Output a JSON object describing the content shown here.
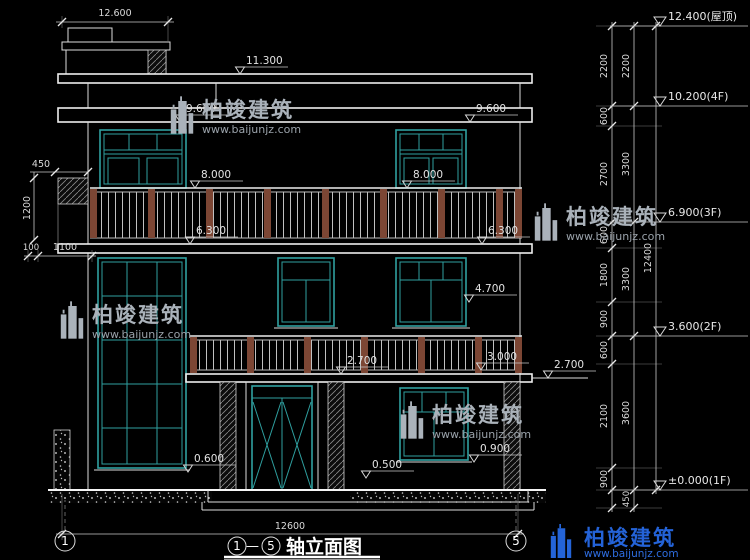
{
  "dims": {
    "top_width": "12.600",
    "bottom_width": "12600",
    "left": {
      "step": "450",
      "rail_height": "1200",
      "small": "100",
      "sill": "1100"
    },
    "right": {
      "inner": [
        "2200",
        "600",
        "2700",
        "600",
        "1800",
        "900",
        "600",
        "2100",
        "900"
      ],
      "floor": [
        "2200",
        "3300",
        "3300",
        "3600"
      ],
      "overall": "12400",
      "footing": "450"
    }
  },
  "levels": [
    {
      "label": "12.400(屋顶)"
    },
    {
      "label": "10.200(4F)"
    },
    {
      "label": "6.900(3F)"
    },
    {
      "label": "3.600(2F)"
    },
    {
      "label": "±0.000(1F)"
    }
  ],
  "marks": {
    "roof": "11.300",
    "eave_left": "9.600",
    "eave_right": "9.600",
    "rail3_left": "8.000",
    "rail3_right": "8.000",
    "slab3_left": "6.300",
    "slab3_right": "6.300",
    "win2_head": "4.700",
    "rail2": "3.000",
    "door_head": "2.700",
    "canopy_right": "2.700",
    "sill1_left": "0.600",
    "sill1_center": "0.500",
    "sill1_right": "0.900"
  },
  "title": {
    "axis_start": "1",
    "axis_sep": "—",
    "axis_end": "5",
    "label": "轴立面图"
  },
  "axis_bubbles": {
    "left": "1",
    "right": "5"
  },
  "watermark": {
    "name": "柏竣建筑",
    "url": "www.baijunjz.com"
  },
  "brand": {
    "name": "柏竣建筑",
    "url": "www.baijunjz.com"
  }
}
